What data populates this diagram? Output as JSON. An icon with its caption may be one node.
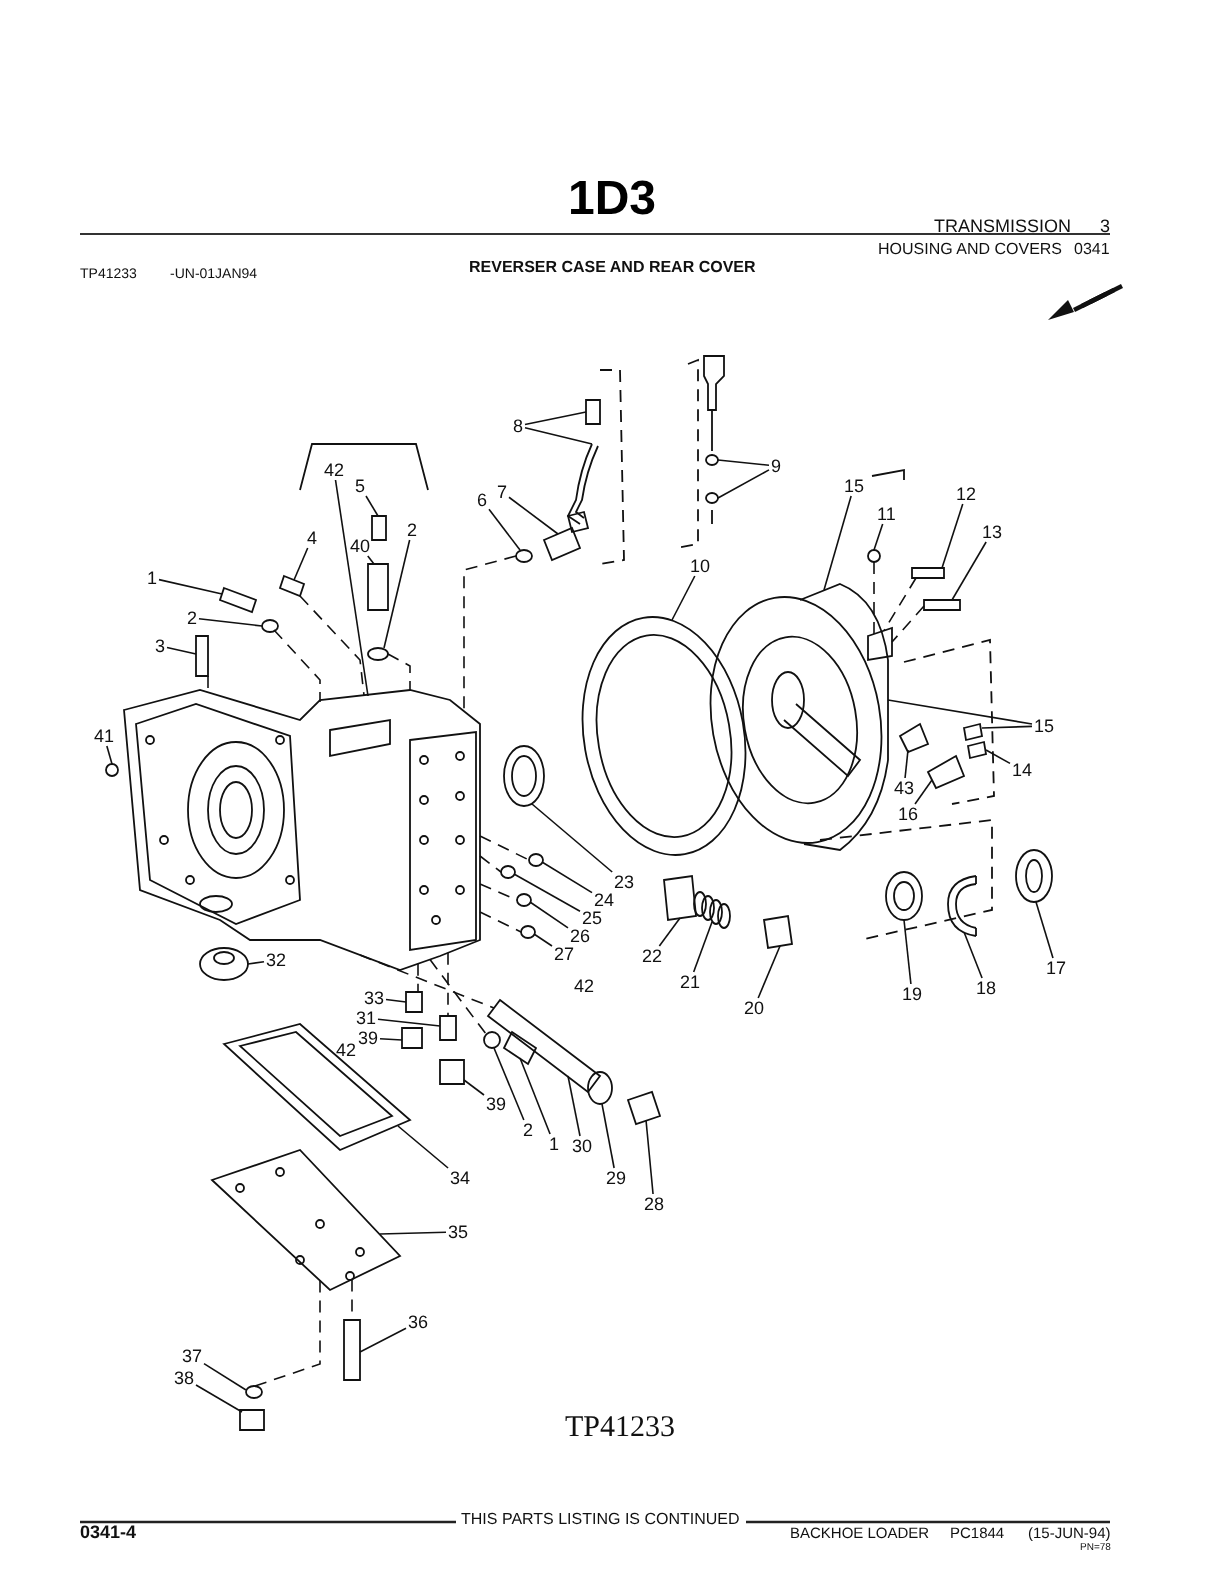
{
  "diagram": {
    "title": "1D3",
    "nodes": [
      {
        "text": [
          "8"
        ]
      },
      {
        "text": [
          "9"
        ]
      },
      {
        "text": [
          "42"
        ]
      },
      {
        "text": [
          "15"
        ]
      },
      {
        "text": [
          "12"
        ]
      },
      {
        "text": [
          "11"
        ]
      },
      {
        "text": [
          "5"
        ]
      },
      {
        "text": [
          "7"
        ]
      },
      {
        "text": [
          "6"
        ]
      },
      {
        "text": [
          "2"
        ]
      },
      {
        "text": [
          "13"
        ]
      },
      {
        "text": [
          "4"
        ]
      },
      {
        "text": [
          "40"
        ]
      },
      {
        "text": [
          "10"
        ]
      },
      {
        "text": [
          "1"
        ]
      },
      {
        "text": [
          "2"
        ]
      },
      {
        "text": [
          "3"
        ]
      },
      {
        "text": [
          "15"
        ]
      },
      {
        "text": [
          "41"
        ]
      },
      {
        "text": [
          "14"
        ]
      },
      {
        "text": [
          "43"
        ]
      },
      {
        "text": [
          "16"
        ]
      },
      {
        "text": [
          "23"
        ]
      },
      {
        "text": [
          "24"
        ]
      },
      {
        "text": [
          "25"
        ]
      },
      {
        "text": [
          "26"
        ]
      },
      {
        "text": [
          "27"
        ]
      },
      {
        "text": [
          "22"
        ]
      },
      {
        "text": [
          "32"
        ]
      },
      {
        "text": [
          "21"
        ]
      },
      {
        "text": [
          "42"
        ]
      },
      {
        "text": [
          "18"
        ]
      },
      {
        "text": [
          "19"
        ]
      },
      {
        "text": [
          "17"
        ]
      },
      {
        "text": [
          "33"
        ]
      },
      {
        "text": [
          "20"
        ]
      },
      {
        "text": [
          "31"
        ]
      },
      {
        "text": [
          "39"
        ]
      },
      {
        "text": [
          "42"
        ]
      },
      {
        "text": [
          "39"
        ]
      },
      {
        "text": [
          "2"
        ]
      },
      {
        "text": [
          "1"
        ]
      },
      {
        "text": [
          "30"
        ]
      },
      {
        "text": [
          "29"
        ]
      },
      {
        "text": [
          "34"
        ]
      },
      {
        "text": [
          "28"
        ]
      },
      {
        "text": [
          "35"
        ]
      },
      {
        "text": [
          "36"
        ]
      },
      {
        "text": [
          "37"
        ]
      },
      {
        "text": [
          "38"
        ]
      },
      {
        "text": [],
        "shape": "box"
      },
      {
        "text": [],
        "shape": "picture"
      },
      {
        "text": [],
        "shape": "circle"
      },
      {
        "text": [],
        "shape": "circle"
      },
      {
        "text": [],
        "shape": "picture"
      },
      {
        "text": [],
        "shape": "picture"
      },
      {
        "text": [],
        "shape": "box"
      },
      {
        "text": [],
        "shape": "circle"
      },
      {
        "text": [],
        "shape": "box"
      },
      {
        "text": [],
        "shape": "box"
      },
      {
        "text": [],
        "shape": "circle"
      },
      {
        "text": [],
        "shape": "circle"
      },
      {
        "text": [],
        "shape": "box"
      },
      {
        "text": [],
        "shape": "box"
      },
      {
        "text": [],
        "shape": "box"
      },
      {
        "text": [],
        "shape": "picture"
      },
      {
        "text": [],
        "shape": "box"
      },
      {
        "text": [],
        "shape": "circle"
      },
      {
        "text": [],
        "shape": "box"
      },
      {
        "text": [],
        "shape": "picture"
      },
      {
        "text": [],
        "shape": "circle"
      },
      {
        "text": [],
        "shape": "box"
      },
      {
        "text": [],
        "shape": "box"
      },
      {
        "text": [],
        "shape": "picture"
      },
      {
        "text": [],
        "shape": "circle"
      },
      {
        "text": [],
        "shape": "circle"
      },
      {
        "text": [],
        "shape": "circle"
      },
      {
        "text": [],
        "shape": "circle"
      },
      {
        "text": [],
        "shape": "box"
      },
      {
        "text": [],
        "shape": "picture"
      },
      {
        "text": [],
        "shape": "picture"
      },
      {
        "text": [],
        "shape": "picture"
      },
      {
        "text": [],
        "shape": "picture"
      },
      {
        "text": [],
        "shape": "picture"
      },
      {
        "text": [],
        "shape": "box"
      },
      {
        "text": [],
        "shape": "box"
      },
      {
        "text": [],
        "shape": "box"
      },
      {
        "text": [],
        "shape": "box"
      },
      {
        "text": [],
        "shape": "box"
      },
      {
        "text": [],
        "shape": "circle"
      },
      {
        "text": [],
        "shape": "box"
      },
      {
        "text": [],
        "shape": "box"
      },
      {
        "text": [],
        "shape": "circle"
      },
      {
        "text": [],
        "shape": "picture"
      },
      {
        "text": [],
        "shape": "box"
      },
      {
        "text": [],
        "shape": "picture"
      },
      {
        "text": [],
        "shape": "box"
      },
      {
        "text": [],
        "shape": "circle"
      },
      {
        "text": [],
        "shape": "box"
      }
    ],
    "edges": [
      {
        "from": 0,
        "to": 50,
        "arrow": "none"
      },
      {
        "from": 0,
        "to": 51,
        "arrow": "none"
      },
      {
        "from": 1,
        "to": 52,
        "arrow": "none"
      },
      {
        "from": 1,
        "to": 53,
        "arrow": "none"
      },
      {
        "from": 2,
        "to": 54,
        "arrow": "none"
      },
      {
        "from": 3,
        "to": 55,
        "arrow": "none"
      },
      {
        "from": 4,
        "to": 56,
        "arrow": "none"
      },
      {
        "from": 5,
        "to": 57,
        "arrow": "none"
      },
      {
        "from": 6,
        "to": 58,
        "arrow": "none"
      },
      {
        "from": 7,
        "to": 59,
        "arrow": "none"
      },
      {
        "from": 8,
        "to": 60,
        "arrow": "none"
      },
      {
        "from": 9,
        "to": 61,
        "arrow": "none"
      },
      {
        "from": 10,
        "to": 62,
        "arrow": "none"
      },
      {
        "from": 11,
        "to": 63,
        "arrow": "none"
      },
      {
        "from": 12,
        "to": 64,
        "arrow": "none"
      },
      {
        "from": 13,
        "to": 65,
        "arrow": "none"
      },
      {
        "from": 14,
        "to": 66,
        "arrow": "none"
      },
      {
        "from": 15,
        "to": 67,
        "arrow": "none"
      },
      {
        "from": 16,
        "to": 68,
        "arrow": "none"
      },
      {
        "from": 17,
        "to": 55,
        "arrow": "none"
      },
      {
        "from": 17,
        "to": 69,
        "arrow": "none"
      },
      {
        "from": 18,
        "to": 70,
        "arrow": "none"
      },
      {
        "from": 19,
        "to": 69,
        "arrow": "none"
      },
      {
        "from": 20,
        "to": 71,
        "arrow": "none"
      },
      {
        "from": 21,
        "to": 72,
        "arrow": "none"
      },
      {
        "from": 22,
        "to": 73,
        "arrow": "none"
      },
      {
        "from": 23,
        "to": 74,
        "arrow": "none"
      },
      {
        "from": 24,
        "to": 75,
        "arrow": "none"
      },
      {
        "from": 25,
        "to": 76,
        "arrow": "none"
      },
      {
        "from": 26,
        "to": 77,
        "arrow": "none"
      },
      {
        "from": 27,
        "to": 78,
        "arrow": "none"
      },
      {
        "from": 28,
        "to": 79,
        "arrow": "none"
      },
      {
        "from": 29,
        "to": 80,
        "arrow": "none"
      },
      {
        "from": 31,
        "to": 81,
        "arrow": "none"
      },
      {
        "from": 32,
        "to": 82,
        "arrow": "none"
      },
      {
        "from": 33,
        "to": 83,
        "arrow": "none"
      },
      {
        "from": 34,
        "to": 84,
        "arrow": "none"
      },
      {
        "from": 35,
        "to": 85,
        "arrow": "none"
      },
      {
        "from": 36,
        "to": 86,
        "arrow": "none"
      },
      {
        "from": 37,
        "to": 87,
        "arrow": "none"
      },
      {
        "from": 39,
        "to": 88,
        "arrow": "none"
      },
      {
        "from": 40,
        "to": 89,
        "arrow": "none"
      },
      {
        "from": 41,
        "to": 90,
        "arrow": "none"
      },
      {
        "from": 42,
        "to": 91,
        "arrow": "none"
      },
      {
        "from": 43,
        "to": 92,
        "arrow": "none"
      },
      {
        "from": 44,
        "to": 93,
        "arrow": "none"
      },
      {
        "from": 45,
        "to": 94,
        "arrow": "none"
      },
      {
        "from": 46,
        "to": 95,
        "arrow": "none"
      },
      {
        "from": 47,
        "to": 96,
        "arrow": "none"
      },
      {
        "from": 48,
        "to": 97,
        "arrow": "none"
      },
      {
        "from": 49,
        "to": 98,
        "arrow": "none"
      },
      {
        "from": 67,
        "to": 54,
        "arrow": "none",
        "style": "dashed"
      },
      {
        "from": 68,
        "to": 54,
        "arrow": "none",
        "style": "dashed"
      },
      {
        "from": 63,
        "to": 54,
        "arrow": "none",
        "style": "dashed"
      },
      {
        "from": 61,
        "to": 54,
        "arrow": "none",
        "style": "dashed"
      },
      {
        "from": 60,
        "to": 54,
        "arrow": "none",
        "style": "dashed"
      },
      {
        "from": 57,
        "to": 55,
        "arrow": "none",
        "style": "dashed"
      },
      {
        "from": 56,
        "to": 55,
        "arrow": "none",
        "style": "dashed"
      },
      {
        "from": 62,
        "to": 55,
        "arrow": "none",
        "style": "dashed"
      },
      {
        "from": 54,
        "to": 74,
        "arrow": "none",
        "style": "dashed"
      },
      {
        "from": 54,
        "to": 75,
        "arrow": "none",
        "style": "dashed"
      },
      {
        "from": 54,
        "to": 76,
        "arrow": "none",
        "style": "dashed"
      },
      {
        "from": 54,
        "to": 77,
        "arrow": "none",
        "style": "dashed"
      },
      {
        "from": 54,
        "to": 84,
        "arrow": "none",
        "style": "dashed"
      },
      {
        "from": 54,
        "to": 86,
        "arrow": "none",
        "style": "dashed"
      },
      {
        "from": 54,
        "to": 89,
        "arrow": "none",
        "style": "dashed"
      },
      {
        "from": 54,
        "to": 91,
        "arrow": "none",
        "style": "dashed"
      },
      {
        "from": 95,
        "to": 97,
        "arrow": "none",
        "style": "dashed"
      },
      {
        "from": 95,
        "to": 96,
        "arrow": "none",
        "style": "dashed"
      }
    ],
    "labels": [
      "TRANSMISSION",
      "3",
      "HOUSING AND COVERS",
      "0341",
      "REVERSER CASE AND REAR COVER",
      "TP41233",
      "-UN-01JAN94",
      "TP41233",
      "0341-4",
      "THIS PARTS LISTING IS CONTINUED",
      "BACKHOE LOADER",
      "PC1844",
      "(15-JUN-94)",
      "PN=78"
    ]
  }
}
